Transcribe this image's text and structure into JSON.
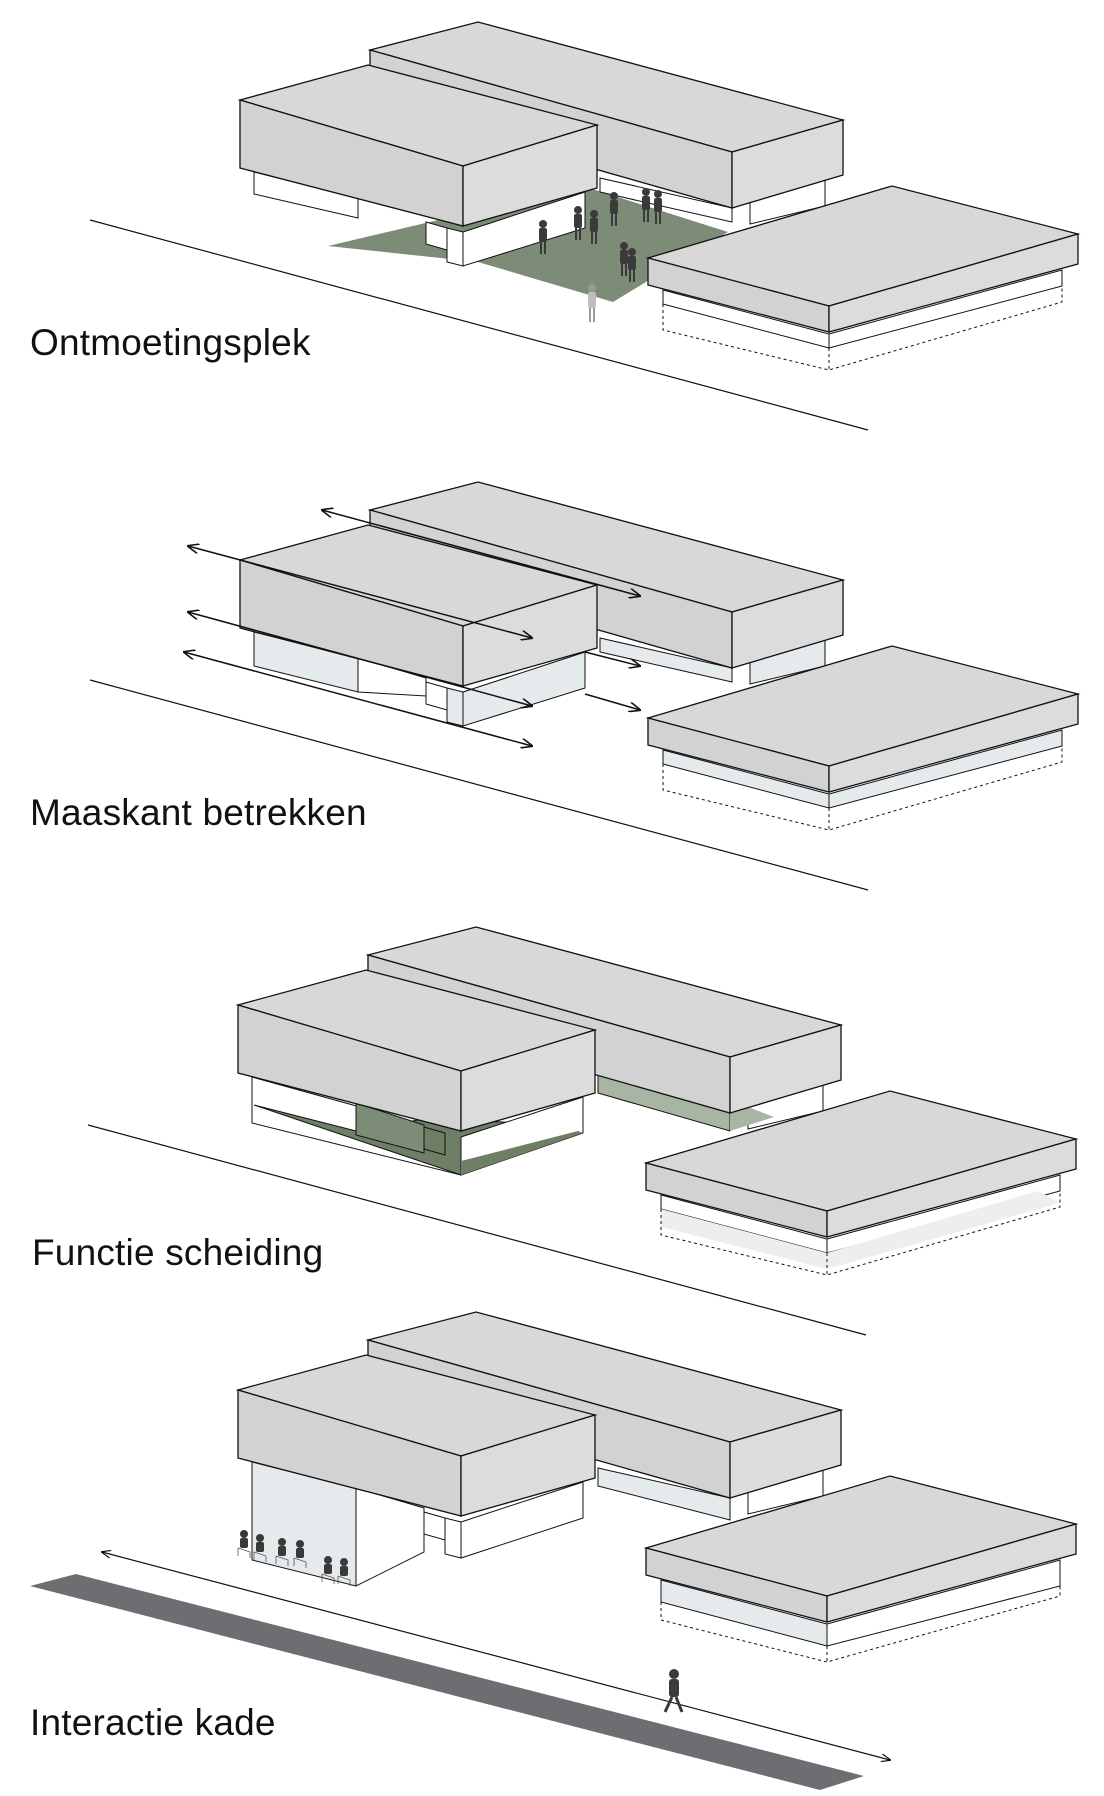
{
  "panels": [
    {
      "id": "ontmoetingsplek",
      "label": "Ontmoetingsplek"
    },
    {
      "id": "maaskant",
      "label": "Maaskant betrekken"
    },
    {
      "id": "functie",
      "label": "Functie scheiding"
    },
    {
      "id": "interactie",
      "label": "Interactie kade"
    }
  ],
  "colors": {
    "roof": "#d8d8d8",
    "roof_side": "#d2d2d2",
    "wall_light": "#ffffff",
    "glass": "#e5eaed",
    "green_plaza": "#7c8c76",
    "green_dark": "#6f7f66",
    "green_light": "#a9b5a3",
    "quay": "#6d6d72",
    "line": "#111111",
    "people": "#3a3a3a"
  },
  "icons": [
    "arrow-icon",
    "person-icon",
    "seated-person-icon",
    "walking-person-icon"
  ]
}
